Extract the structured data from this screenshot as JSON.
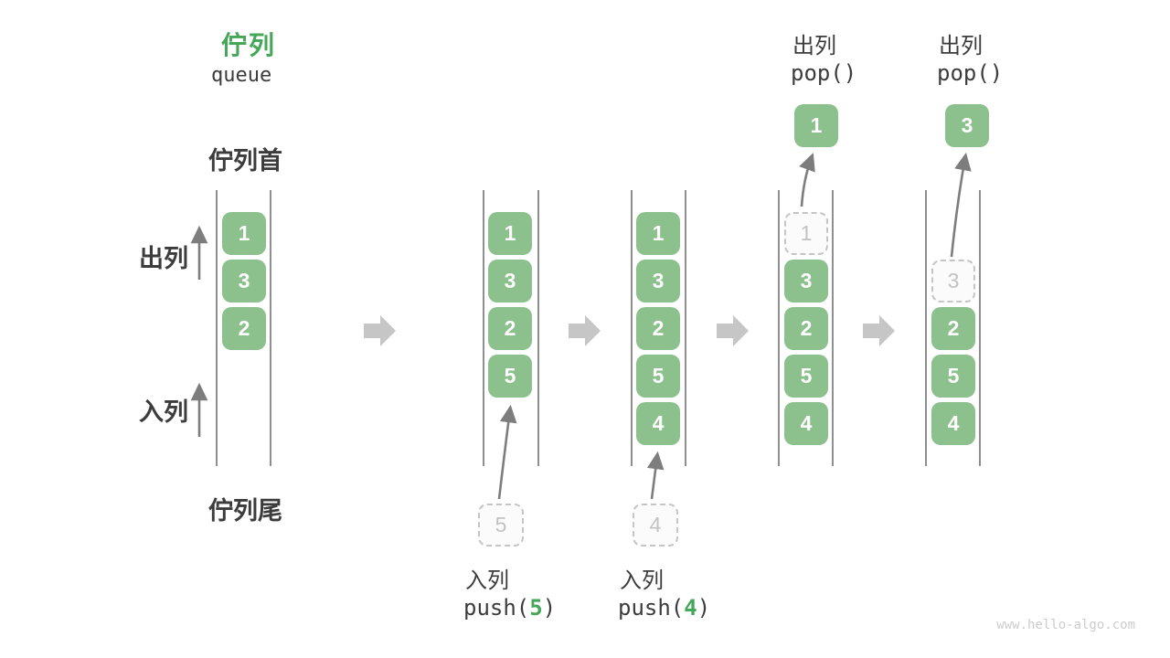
{
  "title": {
    "zh": "佇列",
    "en": "queue"
  },
  "side_labels": {
    "front": "佇列首",
    "rear": "佇列尾",
    "dequeue": "出列",
    "enqueue": "入列"
  },
  "columns": [
    {
      "cells": [
        "1",
        "3",
        "2"
      ]
    },
    {
      "cells": [
        "1",
        "3",
        "2",
        "5"
      ],
      "pending": "5"
    },
    {
      "cells": [
        "1",
        "3",
        "2",
        "5",
        "4"
      ],
      "pending": "4"
    },
    {
      "ghost": "1",
      "cells": [
        "3",
        "2",
        "5",
        "4"
      ],
      "popped": "1"
    },
    {
      "ghost": "3",
      "cells": [
        "2",
        "5",
        "4"
      ],
      "popped": "3"
    }
  ],
  "ops": [
    {
      "label": "入列",
      "prefix": "push(",
      "arg": "5",
      "suffix": ")"
    },
    {
      "label": "入列",
      "prefix": "push(",
      "arg": "4",
      "suffix": ")"
    },
    {
      "label": "出列",
      "code": "pop()"
    },
    {
      "label": "出列",
      "code": "pop()"
    }
  ],
  "watermark": "www.hello-algo.com",
  "colors": {
    "box_green": "#8cc08c",
    "accent_green": "#46a758",
    "ghost_gray": "#c5c5c5",
    "transition_arrow_gray": "#c6c6c6",
    "line_gray": "#8f8f8f"
  }
}
